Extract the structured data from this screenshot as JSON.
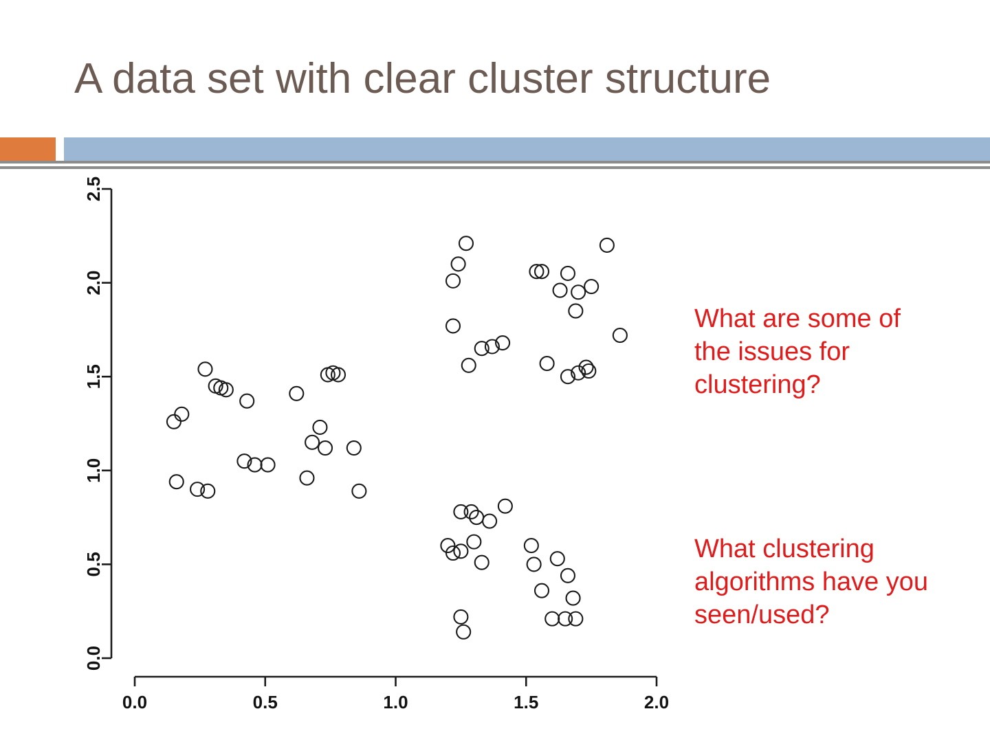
{
  "slide": {
    "title": "A data set with clear cluster structure",
    "title_color": "#6B5B53",
    "background_color": "#FFFFFF"
  },
  "header": {
    "accent_bar_orange_color": "#E07B3E",
    "accent_bar_blue_color": "#9BB7D4",
    "rule_color": "#8C8C8C"
  },
  "annotations": {
    "color": "#E01B1B",
    "question_issues": "What are some of the issues for clustering?",
    "question_algorithms": "What clustering algorithms have you seen/used?"
  },
  "chart_data": {
    "type": "scatter",
    "title": "",
    "xlabel": "",
    "ylabel": "",
    "xlim": [
      0.0,
      2.0
    ],
    "ylim": [
      0.0,
      2.5
    ],
    "xticks": [
      0.0,
      0.5,
      1.0,
      1.5,
      2.0
    ],
    "xticklabels": [
      "0.0",
      "0.5",
      "1.0",
      "1.5",
      "2.0"
    ],
    "yticks": [
      0.0,
      0.5,
      1.0,
      1.5,
      2.0,
      2.5
    ],
    "yticklabels": [
      "0.0",
      "0.5",
      "1.0",
      "1.5",
      "2.0",
      "2.5"
    ],
    "grid": false,
    "legend": null,
    "marker": "open-circle",
    "marker_stroke_color": "#1A1A1A",
    "marker_fill": "none",
    "marker_radius_px": 10,
    "series": [
      {
        "name": "points",
        "points": [
          [
            0.15,
            1.26
          ],
          [
            0.18,
            1.3
          ],
          [
            0.27,
            1.54
          ],
          [
            0.31,
            1.45
          ],
          [
            0.33,
            1.44
          ],
          [
            0.35,
            1.43
          ],
          [
            0.43,
            1.37
          ],
          [
            0.62,
            1.41
          ],
          [
            0.74,
            1.51
          ],
          [
            0.76,
            1.52
          ],
          [
            0.78,
            1.51
          ],
          [
            0.16,
            0.94
          ],
          [
            0.24,
            0.9
          ],
          [
            0.28,
            0.89
          ],
          [
            0.42,
            1.05
          ],
          [
            0.46,
            1.03
          ],
          [
            0.51,
            1.03
          ],
          [
            0.68,
            1.15
          ],
          [
            0.71,
            1.23
          ],
          [
            0.73,
            1.12
          ],
          [
            0.84,
            1.12
          ],
          [
            0.66,
            0.96
          ],
          [
            0.86,
            0.89
          ],
          [
            1.24,
            2.1
          ],
          [
            1.27,
            2.21
          ],
          [
            1.22,
            2.01
          ],
          [
            1.22,
            1.77
          ],
          [
            1.28,
            1.56
          ],
          [
            1.33,
            1.65
          ],
          [
            1.37,
            1.66
          ],
          [
            1.41,
            1.68
          ],
          [
            1.54,
            2.06
          ],
          [
            1.56,
            2.06
          ],
          [
            1.66,
            2.05
          ],
          [
            1.63,
            1.96
          ],
          [
            1.7,
            1.95
          ],
          [
            1.75,
            1.98
          ],
          [
            1.81,
            2.2
          ],
          [
            1.69,
            1.85
          ],
          [
            1.86,
            1.72
          ],
          [
            1.58,
            1.57
          ],
          [
            1.66,
            1.5
          ],
          [
            1.7,
            1.52
          ],
          [
            1.73,
            1.55
          ],
          [
            1.74,
            1.53
          ],
          [
            1.25,
            0.78
          ],
          [
            1.29,
            0.78
          ],
          [
            1.31,
            0.75
          ],
          [
            1.36,
            0.73
          ],
          [
            1.42,
            0.81
          ],
          [
            1.2,
            0.6
          ],
          [
            1.22,
            0.56
          ],
          [
            1.25,
            0.57
          ],
          [
            1.3,
            0.62
          ],
          [
            1.33,
            0.51
          ],
          [
            1.25,
            0.22
          ],
          [
            1.26,
            0.14
          ],
          [
            1.52,
            0.6
          ],
          [
            1.53,
            0.5
          ],
          [
            1.56,
            0.36
          ],
          [
            1.62,
            0.53
          ],
          [
            1.66,
            0.44
          ],
          [
            1.68,
            0.32
          ],
          [
            1.6,
            0.21
          ],
          [
            1.65,
            0.21
          ],
          [
            1.69,
            0.21
          ]
        ]
      }
    ]
  }
}
